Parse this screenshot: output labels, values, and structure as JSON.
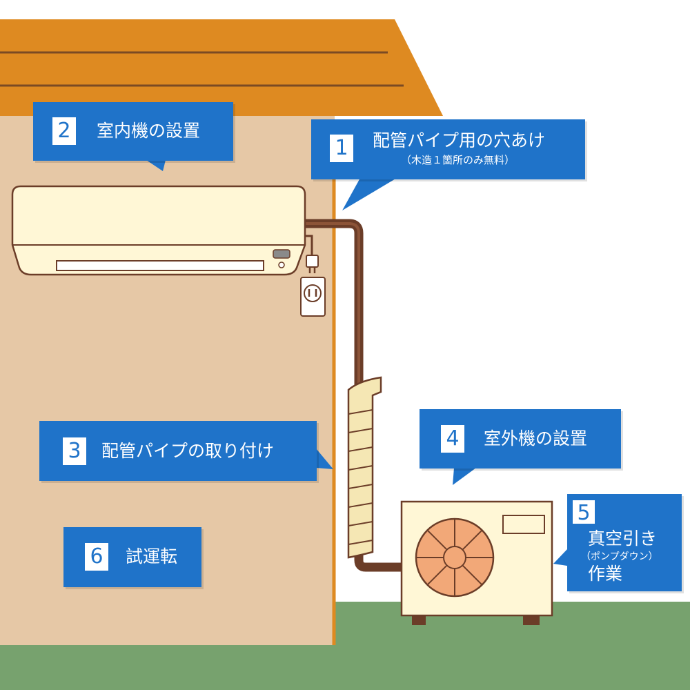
{
  "colors": {
    "roof": "#de8a21",
    "wall": "#e6c8a6",
    "ground": "#77a26e",
    "callout": "#1f73c9",
    "pipe": "#6b3d28",
    "unit_body": "#fff7d6",
    "fan": "#f2a878"
  },
  "steps": [
    {
      "number": "1",
      "label": "配管パイプ用の穴あけ",
      "note": "（木造１箇所のみ無料）"
    },
    {
      "number": "2",
      "label": "室内機の設置"
    },
    {
      "number": "3",
      "label": "配管パイプの取り付け"
    },
    {
      "number": "4",
      "label": "室外機の設置"
    },
    {
      "number": "5",
      "label_line1": "真空引き",
      "note": "（ポンプダウン）",
      "label_line2": "作業"
    },
    {
      "number": "6",
      "label": "試運転"
    }
  ]
}
